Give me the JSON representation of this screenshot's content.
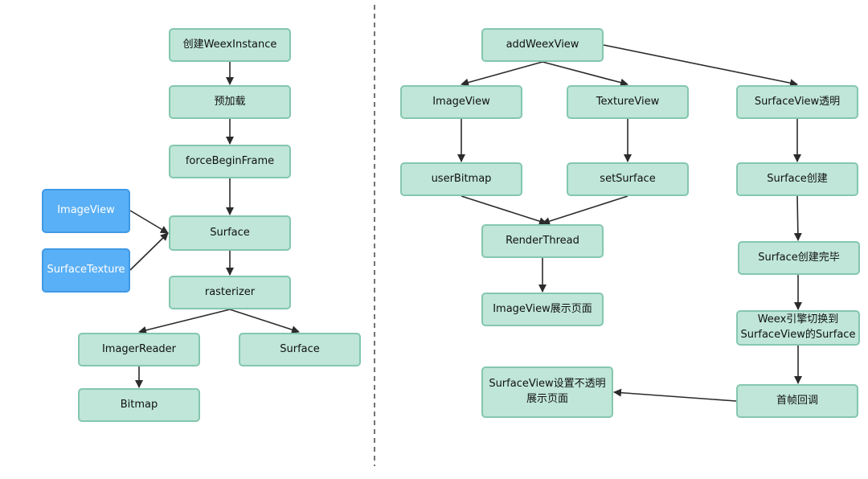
{
  "colors": {
    "node_fill": "#bfe6d8",
    "node_border": "#84c7ae",
    "highlight_fill": "#5ab0f6",
    "highlight_border": "#3f99e6",
    "edge": "#2b2b2b",
    "divider": "#444444"
  },
  "left": {
    "create_instance": "创建WeexInstance",
    "preload": "预加载",
    "force_begin_frame": "forceBeginFrame",
    "image_view": "ImageView",
    "surface_texture": "SurfaceTexture",
    "surface": "Surface",
    "rasterizer": "rasterizer",
    "imager_reader": "ImagerReader",
    "surface_2": "Surface",
    "bitmap": "Bitmap"
  },
  "right": {
    "add_weex_view": "addWeexView",
    "image_view": "ImageView",
    "texture_view": "TextureView",
    "surface_view_transparent": "SurfaceView透明",
    "user_bitmap": "userBitmap",
    "set_surface": "setSurface",
    "surface_create": "Surface创建",
    "render_thread": "RenderThread",
    "surface_create_done": "Surface创建完毕",
    "image_view_show": "ImageView展示页面",
    "engine_switch_line1": "Weex引擎切换到",
    "engine_switch_line2": "SurfaceView的Surface",
    "surface_view_opaque_line1": "SurfaceView设置不透明",
    "surface_view_opaque_line2": "展示页面",
    "first_frame_callback": "首帧回调"
  }
}
